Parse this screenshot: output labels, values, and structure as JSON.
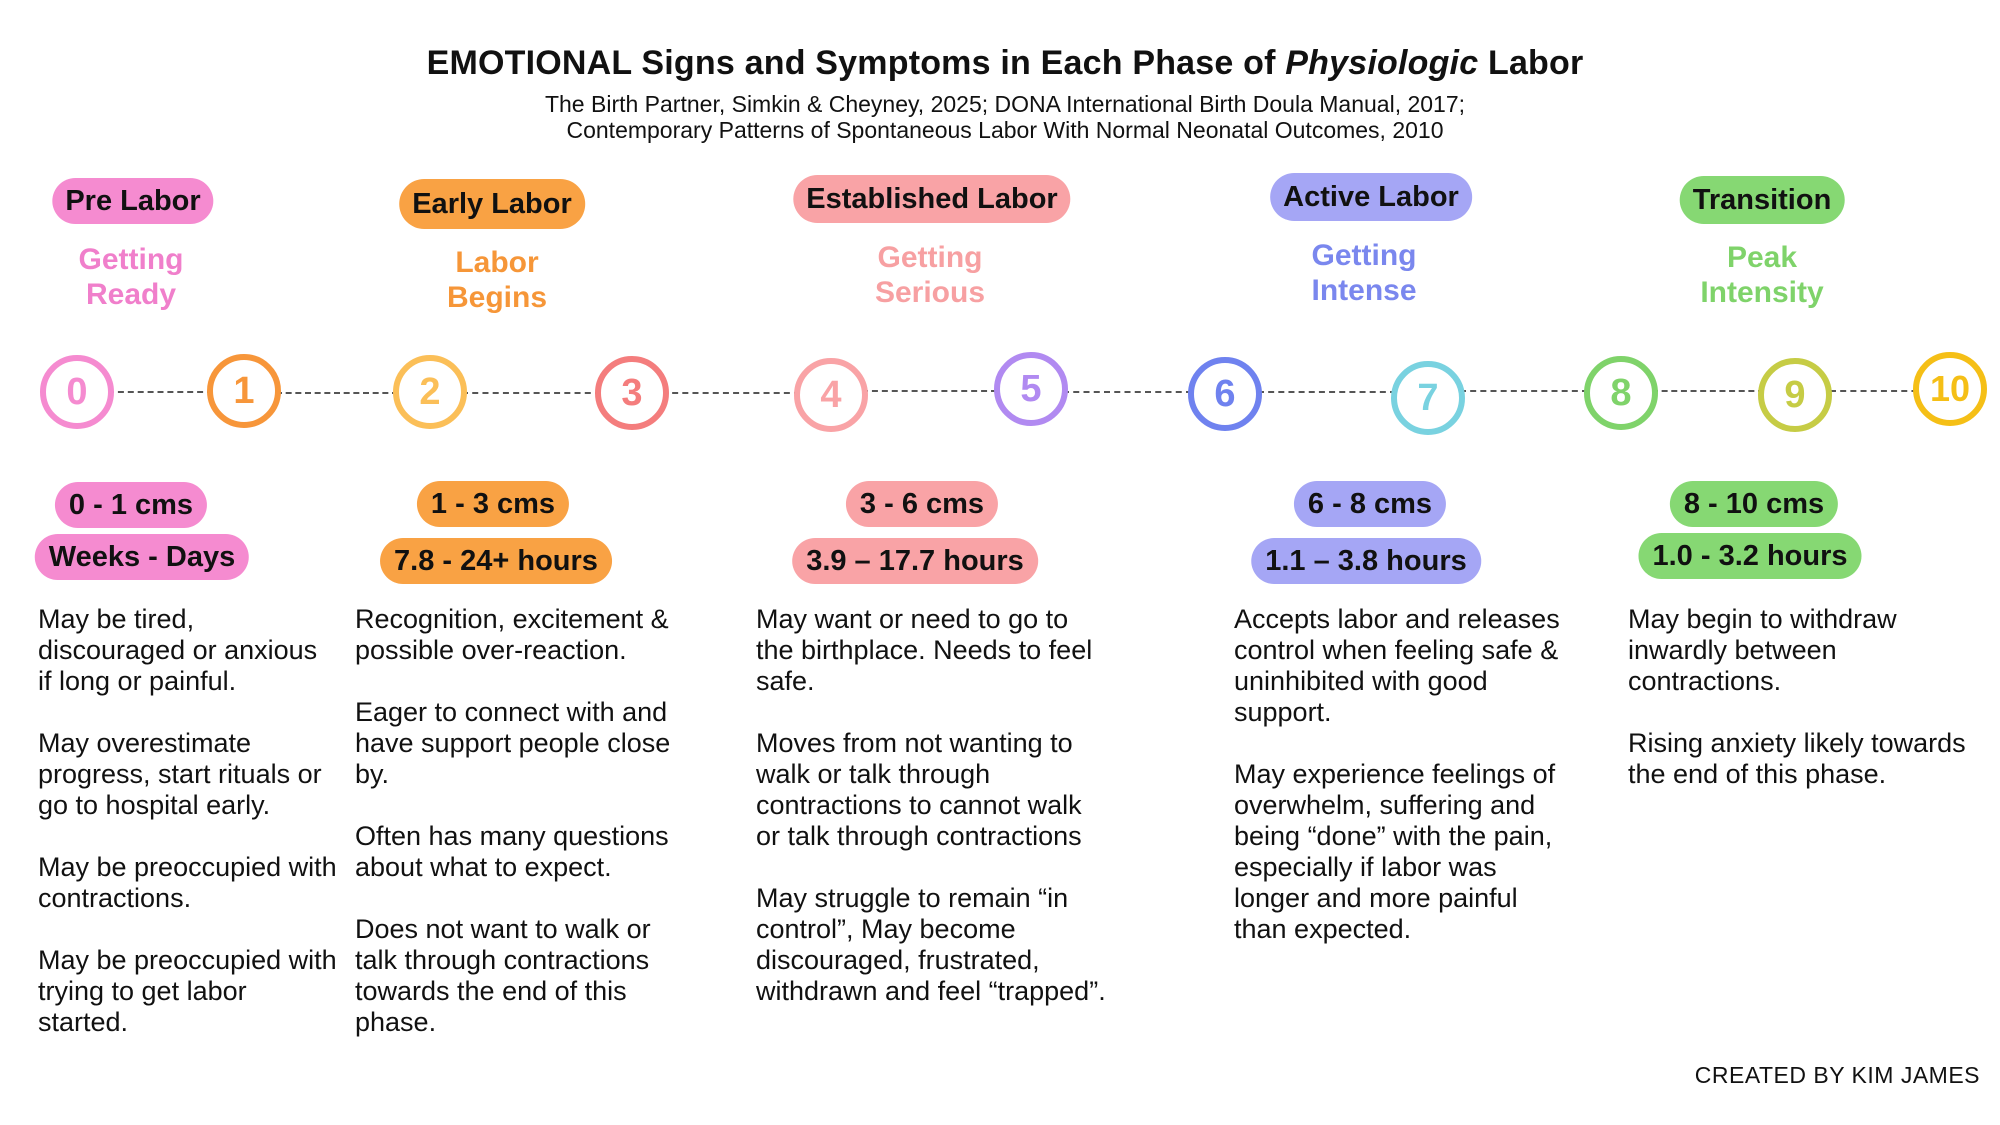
{
  "header": {
    "title_prefix": "EMOTIONAL Signs and Symptoms in Each Phase of ",
    "title_italic": "Physiologic",
    "title_suffix": " Labor",
    "sources_line1": "The Birth Partner, Simkin & Cheyney, 2025; DONA International Birth Doula Manual, 2017;",
    "sources_line2": "Contemporary Patterns of Spontaneous Labor With Normal Neonatal Outcomes, 2010"
  },
  "phases": [
    {
      "name": "Pre Labor",
      "tag_line1": "Getting",
      "tag_line2": "Ready",
      "color": "#f58bd0",
      "tag_color": "#f07fcb",
      "dilation": "0 - 1 cms",
      "duration": "Weeks - Days",
      "paragraphs": [
        "May be tired, discouraged or anxious if long or painful.",
        "May overestimate progress, start rituals or go to hospital early.",
        "May be preoccupied with contractions.",
        "May be preoccupied with  trying to get labor started."
      ]
    },
    {
      "name": "Early Labor",
      "tag_line1": "Labor",
      "tag_line2": "Begins",
      "color": "#f9a244",
      "tag_color": "#f69638",
      "dilation": "1 - 3 cms",
      "duration": "7.8 - 24+ hours",
      "paragraphs": [
        "Recognition, excitement & possible over-reaction.",
        "Eager to connect with and have support people close by.",
        "Often has many questions about what to expect.",
        "Does not want to walk or talk through contractions towards the end of this phase."
      ]
    },
    {
      "name": "Established Labor",
      "tag_line1": "Getting",
      "tag_line2": "Serious",
      "color": "#f9a3a6",
      "tag_color": "#f7a0a2",
      "dilation": "3 - 6 cms",
      "duration": "3.9 – 17.7 hours",
      "paragraphs": [
        "May want or need to go to the birthplace. Needs to feel safe.",
        "Moves from not wanting to walk or talk through contractions to cannot walk or talk through contractions",
        "May struggle to remain “in control”, May become discouraged, frustrated, withdrawn and feel “trapped”."
      ]
    },
    {
      "name": "Active Labor",
      "tag_line1": "Getting",
      "tag_line2": "Intense",
      "color": "#a5a6f5",
      "tag_color": "#7a87ee",
      "dilation": "6 - 8 cms",
      "duration": "1.1 – 3.8 hours",
      "paragraphs": [
        "Accepts labor and releases control when feeling safe & uninhibited with good support.",
        "May experience feelings of overwhelm,  suffering and being “done” with the pain, especially if labor was longer and more painful than expected."
      ]
    },
    {
      "name": "Transition",
      "tag_line1": "Peak",
      "tag_line2": "Intensity",
      "color": "#86d873",
      "tag_color": "#7fd36a",
      "dilation": "8 - 10 cms",
      "duration": "1.0 - 3.2 hours",
      "paragraphs": [
        "May begin to withdraw inwardly between contractions.",
        "Rising anxiety likely towards the end of this phase."
      ]
    }
  ],
  "dilation_marks": [
    {
      "label": "0",
      "color": "#f58bd0"
    },
    {
      "label": "1",
      "color": "#f7963a"
    },
    {
      "label": "2",
      "color": "#fbbf58"
    },
    {
      "label": "3",
      "color": "#f47d7d"
    },
    {
      "label": "4",
      "color": "#f9a3a6"
    },
    {
      "label": "5",
      "color": "#b18af1"
    },
    {
      "label": "6",
      "color": "#6f82ef"
    },
    {
      "label": "7",
      "color": "#79d2e0"
    },
    {
      "label": "8",
      "color": "#7fd36a"
    },
    {
      "label": "9",
      "color": "#c6cc45"
    },
    {
      "label": "10",
      "color": "#f5bf16"
    }
  ],
  "credit": "CREATED BY KIM JAMES"
}
